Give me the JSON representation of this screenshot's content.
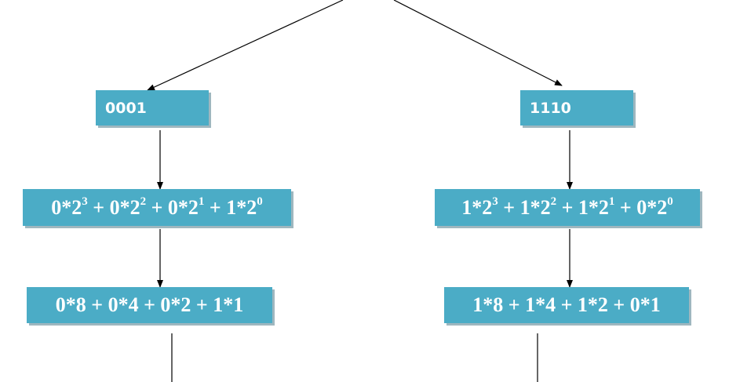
{
  "left": {
    "binary": "0001",
    "powers_terms": [
      {
        "coef": "0",
        "base": "2",
        "exp": "3"
      },
      {
        "coef": "0",
        "base": "2",
        "exp": "2"
      },
      {
        "coef": "0",
        "base": "2",
        "exp": "1"
      },
      {
        "coef": "1",
        "base": "2",
        "exp": "0"
      }
    ],
    "products": "0*8 + 0*4 + 0*2 + 1*1"
  },
  "right": {
    "binary": "1110",
    "powers_terms": [
      {
        "coef": "1",
        "base": "2",
        "exp": "3"
      },
      {
        "coef": "1",
        "base": "2",
        "exp": "2"
      },
      {
        "coef": "1",
        "base": "2",
        "exp": "1"
      },
      {
        "coef": "0",
        "base": "2",
        "exp": "0"
      }
    ],
    "products": "1*8 + 1*4 + 1*2 + 0*1"
  },
  "colors": {
    "box_fill": "#4bacc6",
    "box_text": "#ffffff",
    "box_shadow": "#9fb7bf",
    "connector": "#000000"
  }
}
